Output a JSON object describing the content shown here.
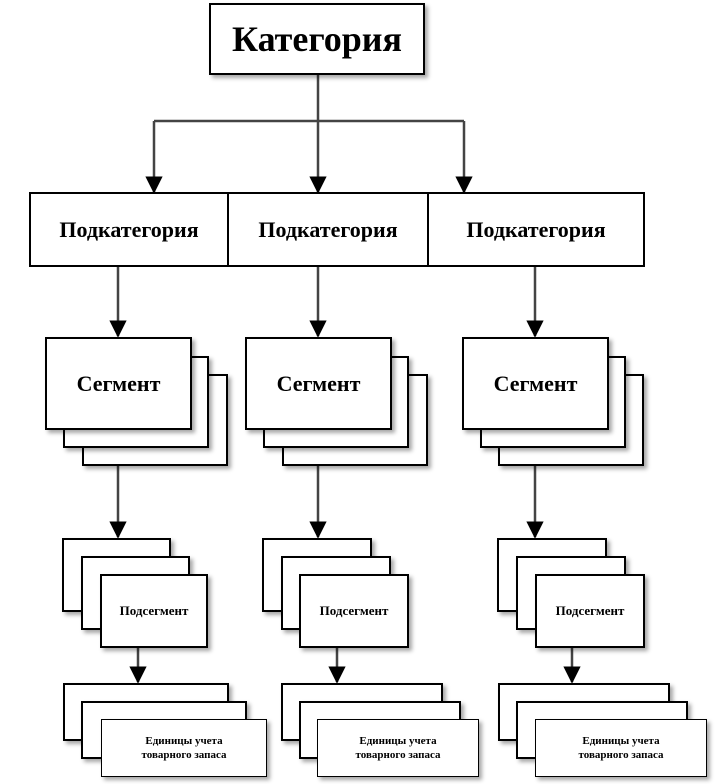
{
  "category": {
    "label": "Категория"
  },
  "subcategories": [
    {
      "label": "Подкатегория"
    },
    {
      "label": "Подкатегория"
    },
    {
      "label": "Подкатегория"
    }
  ],
  "segments": [
    {
      "label": "Сегмент"
    },
    {
      "label": "Сегмент"
    },
    {
      "label": "Сегмент"
    }
  ],
  "subsegments": [
    {
      "label": "Подсегмент"
    },
    {
      "label": "Подсегмент"
    },
    {
      "label": "Подсегмент"
    }
  ],
  "inventory_units": [
    {
      "line1": "Единицы учета",
      "line2": "товарного запаса"
    },
    {
      "line1": "Единицы учета",
      "line2": "товарного запаса"
    },
    {
      "line1": "Единицы учета",
      "line2": "товарного запаса"
    }
  ]
}
